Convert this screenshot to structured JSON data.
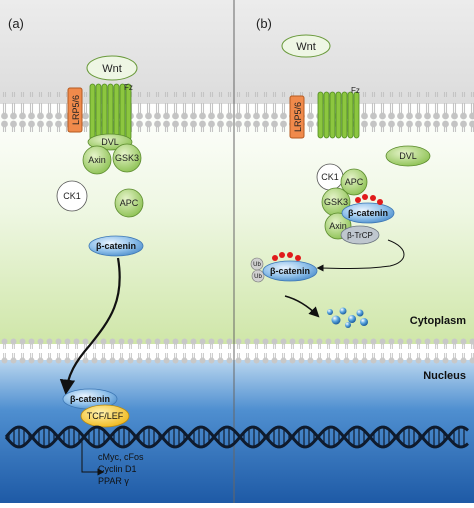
{
  "panels": {
    "a_label": "(a)",
    "b_label": "(b)"
  },
  "compartments": {
    "cytoplasm": "Cytoplasm",
    "nucleus": "Nucleus"
  },
  "panel_a": {
    "wnt": "Wnt",
    "fz": "Fz",
    "lrp": "LRP5/6",
    "dvl": "DVL",
    "axin": "Axin",
    "gsk3": "GSK3",
    "ck1": "CK1",
    "apc": "APC",
    "bcat_cyto": "β-catenin",
    "bcat_nuc": "β-catenin",
    "tcf": "TCF/LEF",
    "targets": [
      "cMyc, cFos",
      "Cyclin D1",
      "PPAR γ"
    ]
  },
  "panel_b": {
    "wnt": "Wnt",
    "fz": "Fz",
    "lrp": "LRP5/6",
    "dvl": "DVL",
    "ck1": "CK1",
    "apc": "APC",
    "gsk3": "GSK3",
    "axin": "Axin",
    "bcat_complex": "β-catenin",
    "btrcp": "β-TrCP",
    "bcat_ub": "β-catenin",
    "ub1": "Ub",
    "ub2": "Ub"
  },
  "colors": {
    "cytoplasm_top": "#ffffff",
    "cytoplasm_bottom": "#d6ebb4",
    "nucleus": "#3d7fc4",
    "membrane": "#bcbcbc",
    "receptor": "#7cbb3e",
    "lrp": "#f08a4b",
    "beta_catenin": "#6fa8dc",
    "tcf": "#f5c232",
    "phospho": "#e01b1b"
  }
}
